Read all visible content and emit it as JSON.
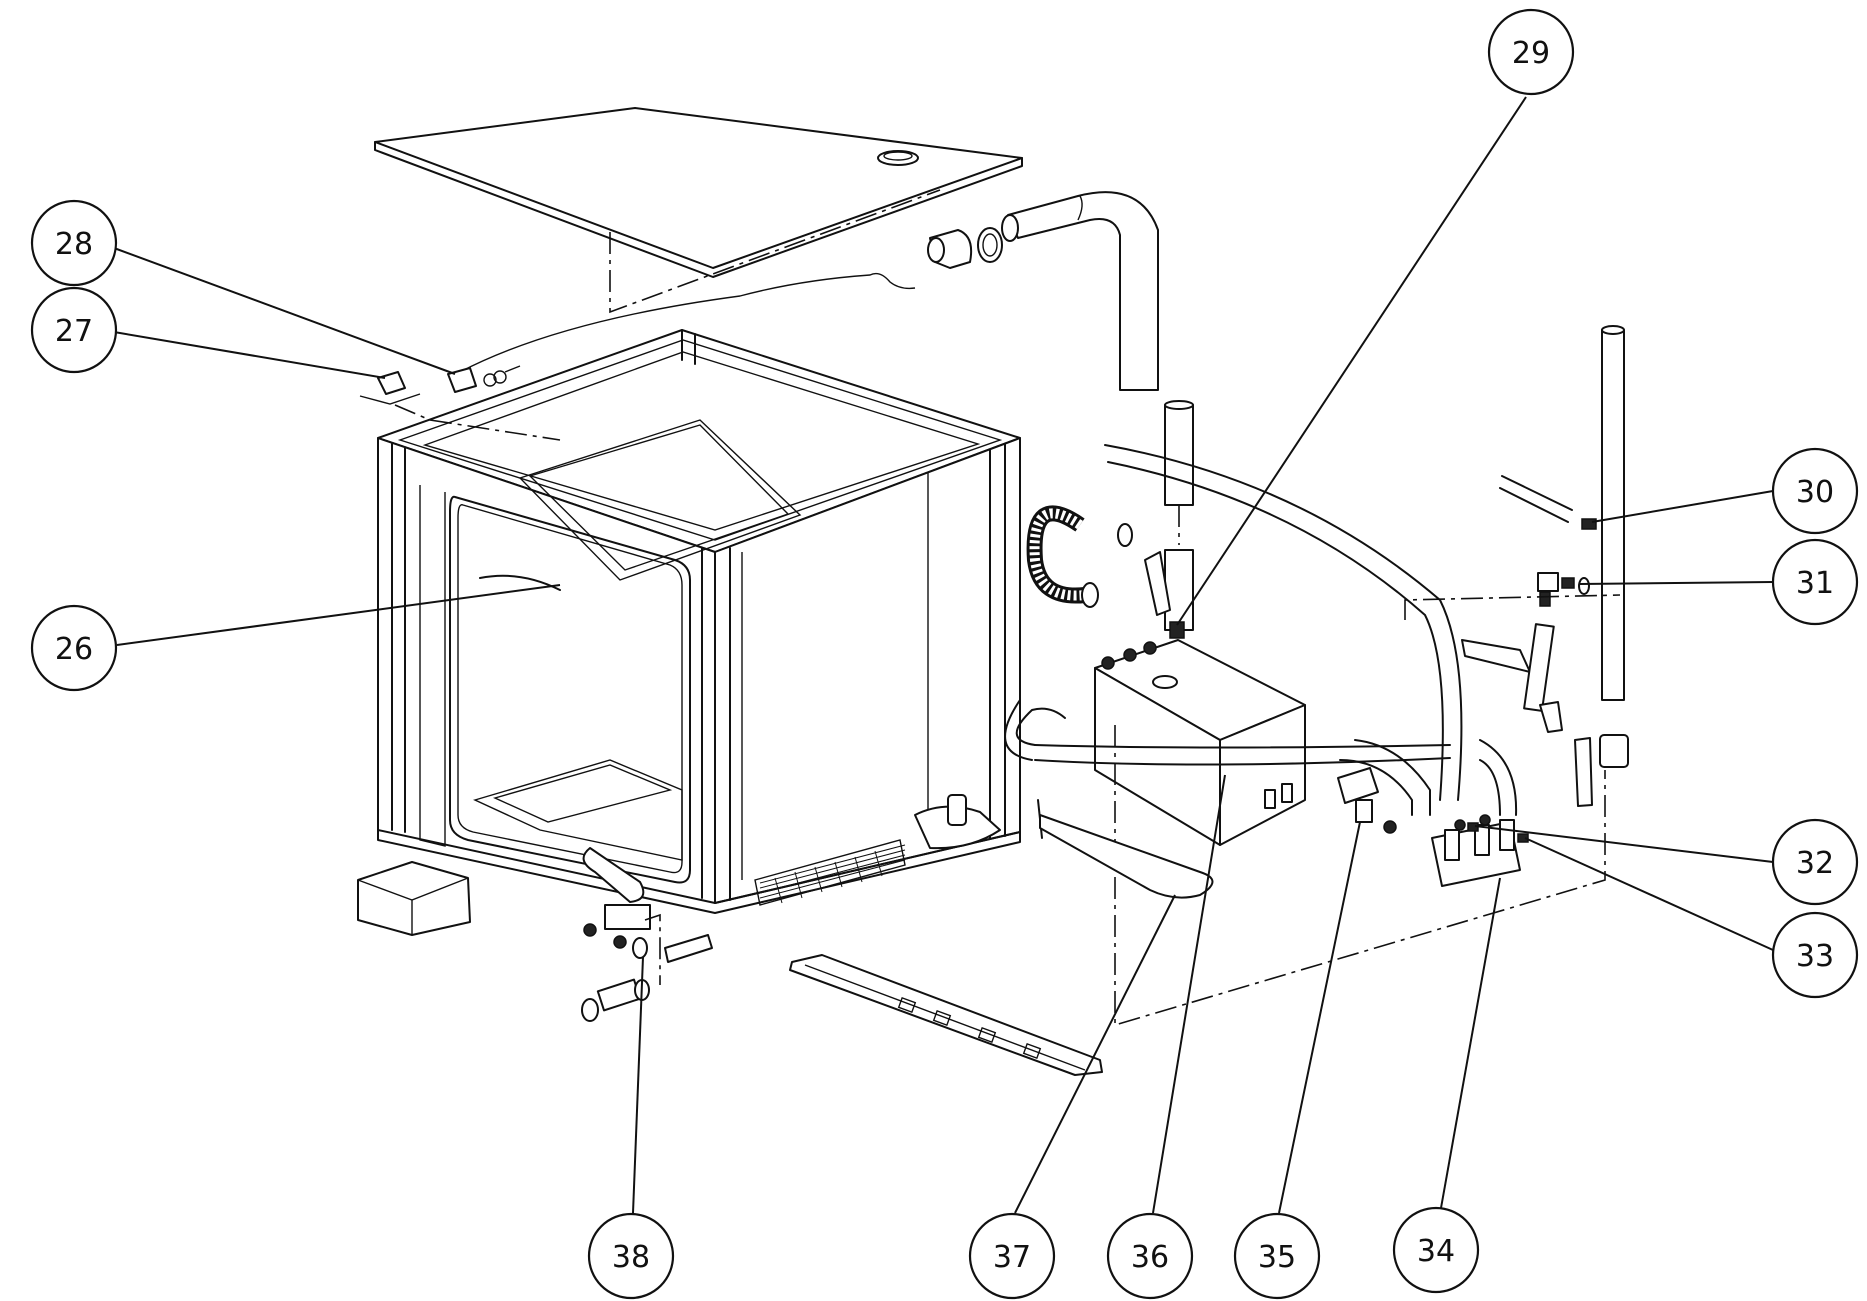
{
  "callouts": [
    {
      "label": "26",
      "target": "door-gasket-wire"
    },
    {
      "label": "27",
      "target": "switch-left"
    },
    {
      "label": "28",
      "target": "switch-right"
    },
    {
      "label": "29",
      "target": "tank-fitting"
    },
    {
      "label": "30",
      "target": "hose-nipple"
    },
    {
      "label": "31",
      "target": "elbow-fitting"
    },
    {
      "label": "32",
      "target": "valve-manifold-port"
    },
    {
      "label": "33",
      "target": "valve-manifold-port-2"
    },
    {
      "label": "34",
      "target": "valve-manifold"
    },
    {
      "label": "35",
      "target": "solenoid-valve"
    },
    {
      "label": "36",
      "target": "tank"
    },
    {
      "label": "37",
      "target": "drain-chute"
    },
    {
      "label": "38",
      "target": "drain-pipe"
    }
  ],
  "colors": {
    "line": "#111111",
    "background": "#ffffff"
  }
}
